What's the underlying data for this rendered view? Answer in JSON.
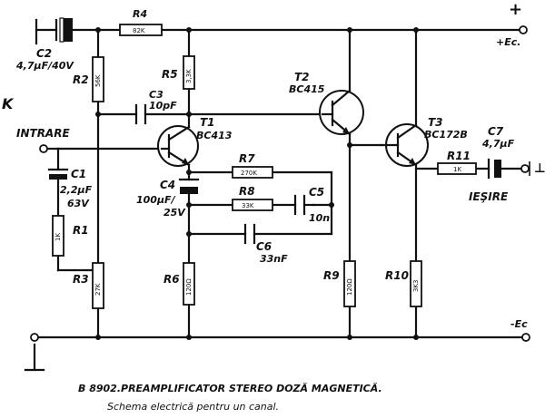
{
  "components": {
    "R1": {
      "ref": "R1",
      "value": "1K"
    },
    "R2": {
      "ref": "R2",
      "value": "56K"
    },
    "R3": {
      "ref": "R3",
      "value": "27K"
    },
    "R4": {
      "ref": "R4",
      "value": "82K"
    },
    "R5": {
      "ref": "R5",
      "value": "3,3K"
    },
    "R6": {
      "ref": "R6",
      "value": "120Ω"
    },
    "R7": {
      "ref": "R7",
      "value": "270K"
    },
    "R8": {
      "ref": "R8",
      "value": "33K"
    },
    "R9": {
      "ref": "R9",
      "value": "120Ω"
    },
    "R10": {
      "ref": "R10",
      "value": "3K3"
    },
    "R11": {
      "ref": "R11",
      "value": "1K"
    },
    "C1": {
      "ref": "C1",
      "value": "2,2μF",
      "voltage": "63V"
    },
    "C2": {
      "ref": "C2",
      "value": "4,7μF/40V"
    },
    "C3": {
      "ref": "C3",
      "value": "10pF"
    },
    "C4": {
      "ref": "C4",
      "value": "100μF/",
      "voltage": "25V"
    },
    "C5": {
      "ref": "C5",
      "value": "10n"
    },
    "C6": {
      "ref": "C6",
      "value": "33nF"
    },
    "C7": {
      "ref": "C7",
      "value": "4,7μF"
    },
    "T1": {
      "ref": "T1",
      "part": "BC413"
    },
    "T2": {
      "ref": "T2",
      "part": "BC415"
    },
    "T3": {
      "ref": "T3",
      "part": "BC172B"
    }
  },
  "terminals": {
    "input": "INTRARE",
    "output": "IEŞIRE",
    "supply_plus": "+",
    "supply_top": "+Ec.",
    "supply_bottom": "-Ec",
    "minus_left": "K",
    "minus_right": "⊥"
  },
  "caption": {
    "line1": "B 8902.PREAMPLIFICATOR STEREO DOZĂ MAGNETICĂ.",
    "line2": "Schema electrică pentru un canal."
  }
}
